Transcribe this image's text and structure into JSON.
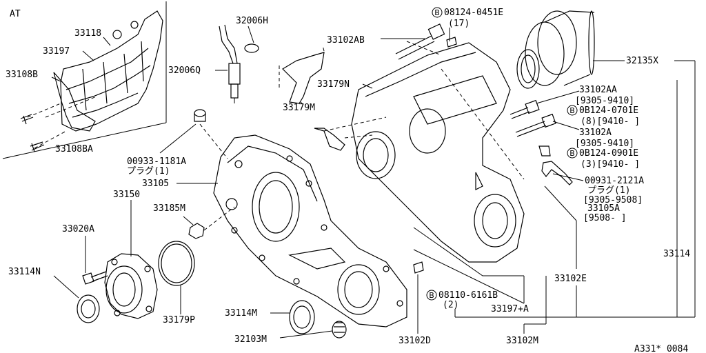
{
  "section": {
    "at_label": "AT"
  },
  "labels": {
    "p33118": "33118",
    "p33197": "33197",
    "p33108B": "33108B",
    "p33108BA": "33108BA",
    "p32006H": "32006H",
    "p32006Q": "32006Q",
    "p33102AB": "33102AB",
    "p08124_0451E": "08124-0451E",
    "p08124_0451E_qty": "(17)",
    "p32135X": "32135X",
    "p33179N": "33179N",
    "p33179M": "33179M",
    "p33102AA": "33102AA",
    "p33102AA_range": "[9305-9410]",
    "p0B124_0701E": "0B124-0701E",
    "p0B124_0701E_range": "(8)[9410-    ]",
    "p33102A": "33102A",
    "p33102A_range": "[9305-9410]",
    "p0B124_0901E": "0B124-0901E",
    "p0B124_0901E_range": "(3)[9410-    ]",
    "p00931_2121A": "00931-2121A",
    "p00931_plug": "プラグ(1)",
    "p00931_range": "[9305-9508]",
    "p33105A": "33105A",
    "p33105A_range": "[9508-    ]",
    "p00933_1181A": "00933-1181A",
    "p00933_plug": "プラグ(1)",
    "p33105": "33105",
    "p33150": "33150",
    "p33185M": "33185M",
    "p33020A": "33020A",
    "p33114N": "33114N",
    "p33179P": "33179P",
    "p33114M": "33114M",
    "p32103M": "32103M",
    "p08110_6161B": "08110-6161B",
    "p08110_qty": "(2)",
    "p33197A": "33197+A",
    "p33102E": "33102E",
    "p33114": "33114",
    "p33102D": "33102D",
    "p33102M": "33102M",
    "figure_code": "A331* 0084",
    "bolt_symbol": "B"
  }
}
